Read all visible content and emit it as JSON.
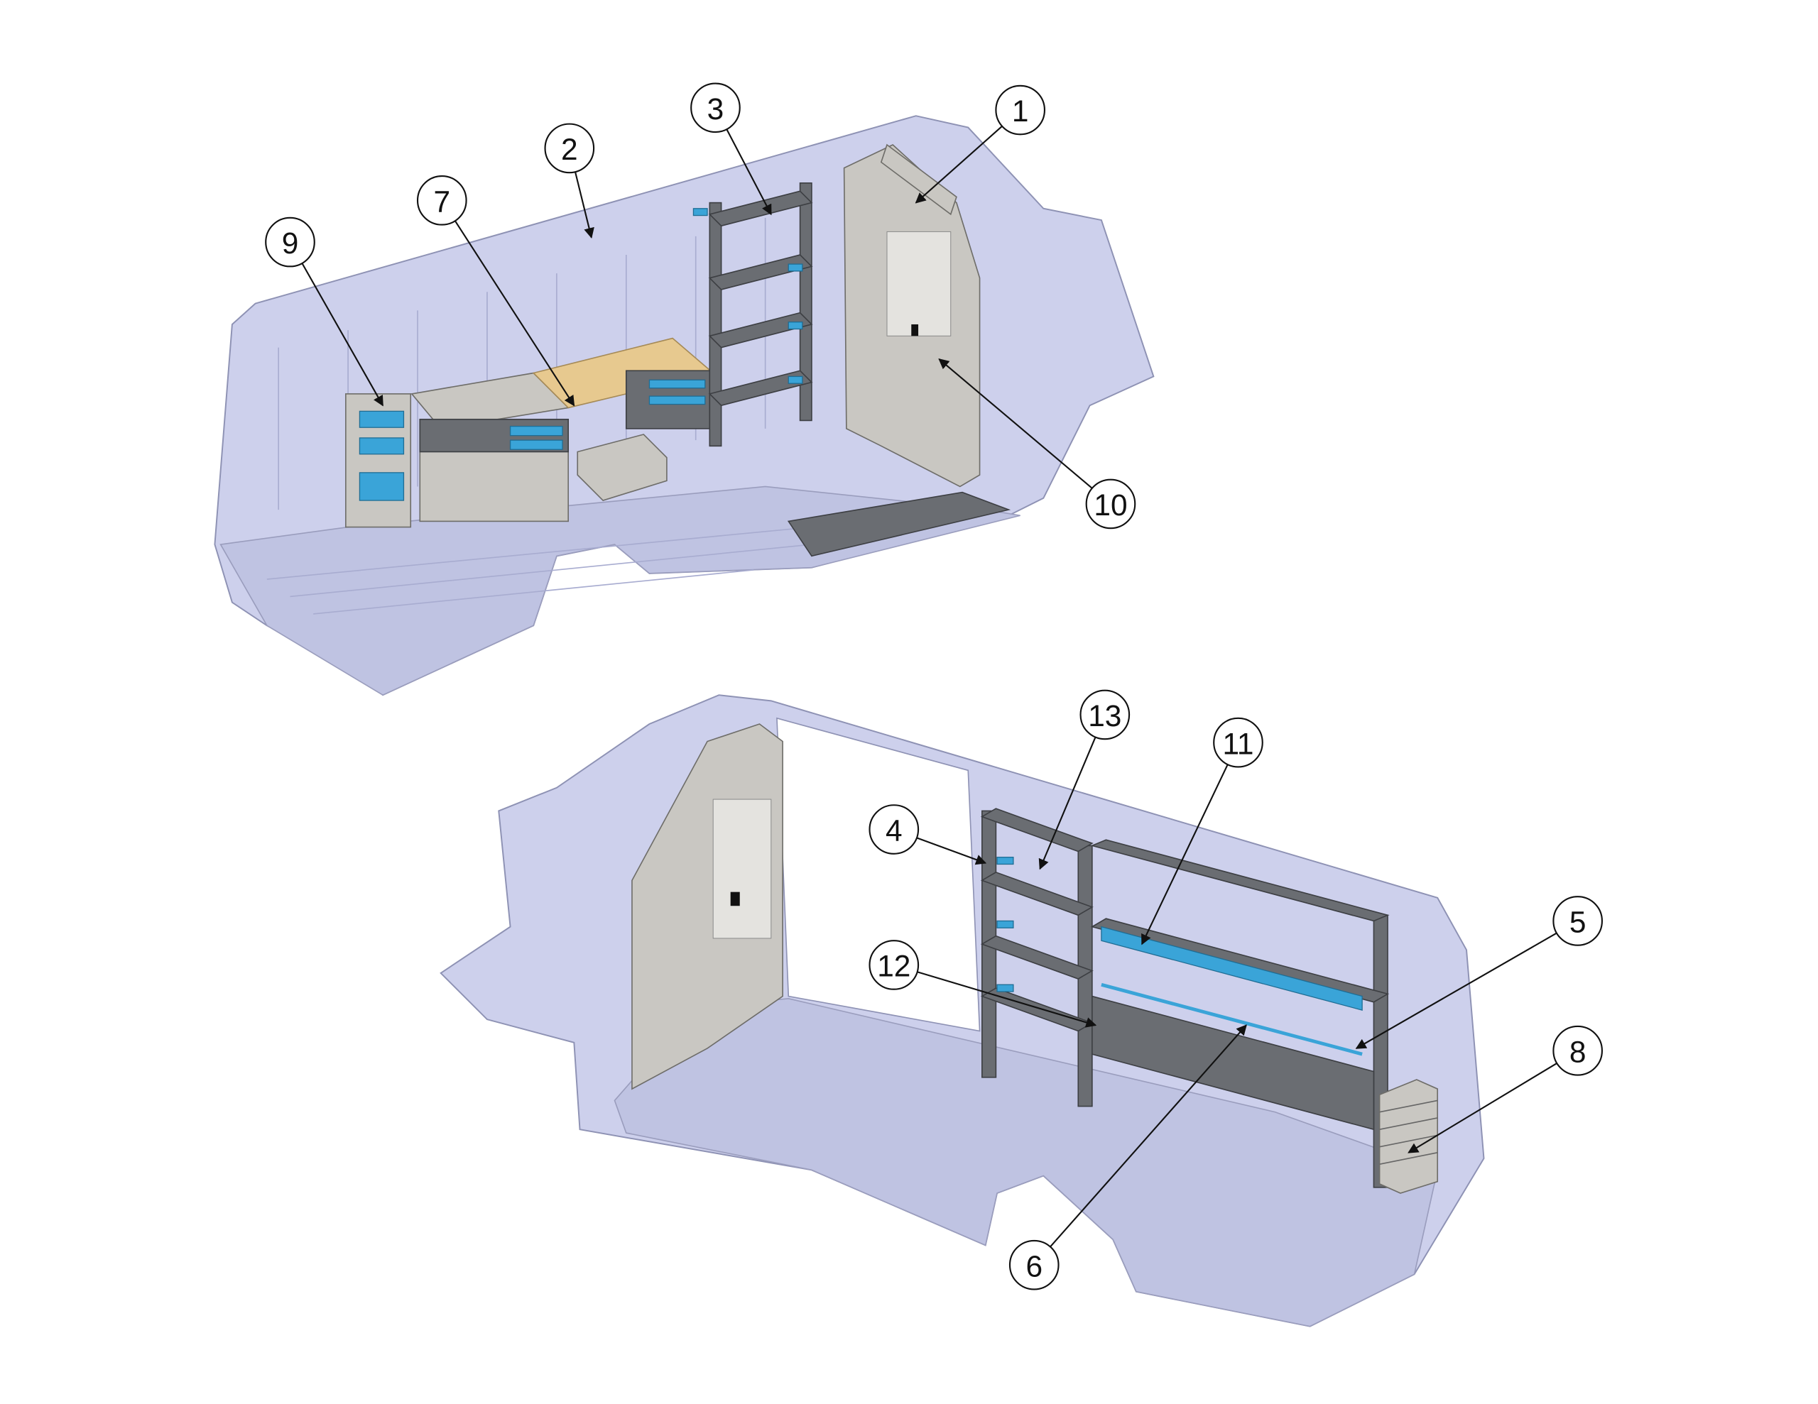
{
  "diagram": {
    "views": [
      "top-view-van-driver-side",
      "bottom-view-van-passenger-side"
    ],
    "callouts": [
      "1",
      "2",
      "3",
      "7",
      "9",
      "10",
      "13",
      "11",
      "4",
      "5",
      "12",
      "8",
      "6"
    ]
  },
  "colors": {
    "van": "#cdd0ec",
    "shelving": "#6a6d72",
    "bins": "#3aa4d8",
    "worktop": "#e7c98f",
    "partition": "#c9c7c2"
  }
}
